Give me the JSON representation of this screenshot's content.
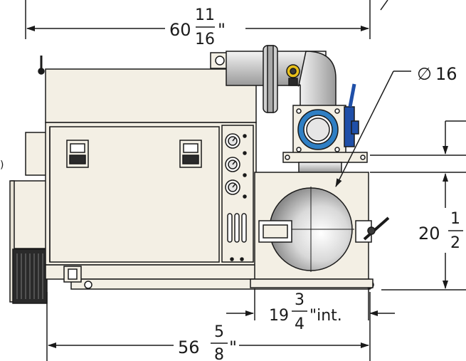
{
  "dimensions": {
    "top_width": {
      "whole": "60",
      "numerator": "11",
      "denominator": "16",
      "unit": "\""
    },
    "diameter": {
      "symbol": "∅",
      "value": "16"
    },
    "height": {
      "whole": "20",
      "numerator": "1",
      "denominator": "2"
    },
    "interior": {
      "whole": "19",
      "numerator": "3",
      "denominator": "4",
      "unit": "\"int."
    },
    "bottom_width": {
      "whole": "56",
      "numerator": "5",
      "denominator": "8",
      "unit": "\""
    }
  },
  "colors": {
    "body_fill": "#f3efe4",
    "line": "#1a1a1a",
    "flange_blue": "#2f7fc4",
    "valve_blue": "#1f4fa8",
    "gauge_yellow": "#e9c11a"
  }
}
